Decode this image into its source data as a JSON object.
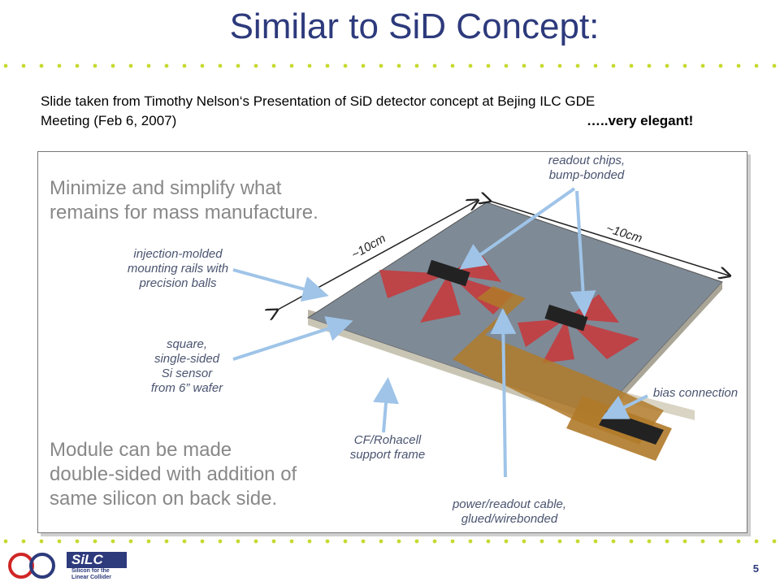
{
  "slide": {
    "title": "Similar to SiD Concept:",
    "subtitle_line1": "Slide taken from Timothy Nelson‘s Presentation of SiD detector concept at Bejing ILC GDE",
    "subtitle_line2": "Meeting (Feb 6, 2007)",
    "subtitle_tail": "…..very elegant!",
    "page_number": "5"
  },
  "figure": {
    "hint_top": [
      "Minimize and simplify what",
      "remains for mass manufacture."
    ],
    "hint_bottom": [
      "Module can be made",
      "double-sided with addition of",
      "same silicon on back side."
    ],
    "labels": {
      "readout_chips": [
        "readout chips,",
        "bump-bonded"
      ],
      "rails": [
        "injection-molded",
        "mounting rails with",
        "precision balls"
      ],
      "sensor": [
        "square,",
        "single-sided",
        "Si sensor",
        "from 6” wafer"
      ],
      "frame": [
        "CF/Rohacell",
        "support frame"
      ],
      "cable": [
        "power/readout cable,",
        "glued/wirebonded"
      ],
      "bias": "bias connection",
      "dim_left": "~10cm",
      "dim_right": "~10cm"
    }
  },
  "logo": {
    "name": "SiLC",
    "tagline_line1": "Silicon for the",
    "tagline_line2": "Linear Collider"
  },
  "colors": {
    "title": "#2d3a7c",
    "dots": "#c7d930",
    "arrow": "#9fc4e8",
    "sensor": "#7e8a96",
    "fan": "#c8373a",
    "cable": "#b07a2a"
  }
}
